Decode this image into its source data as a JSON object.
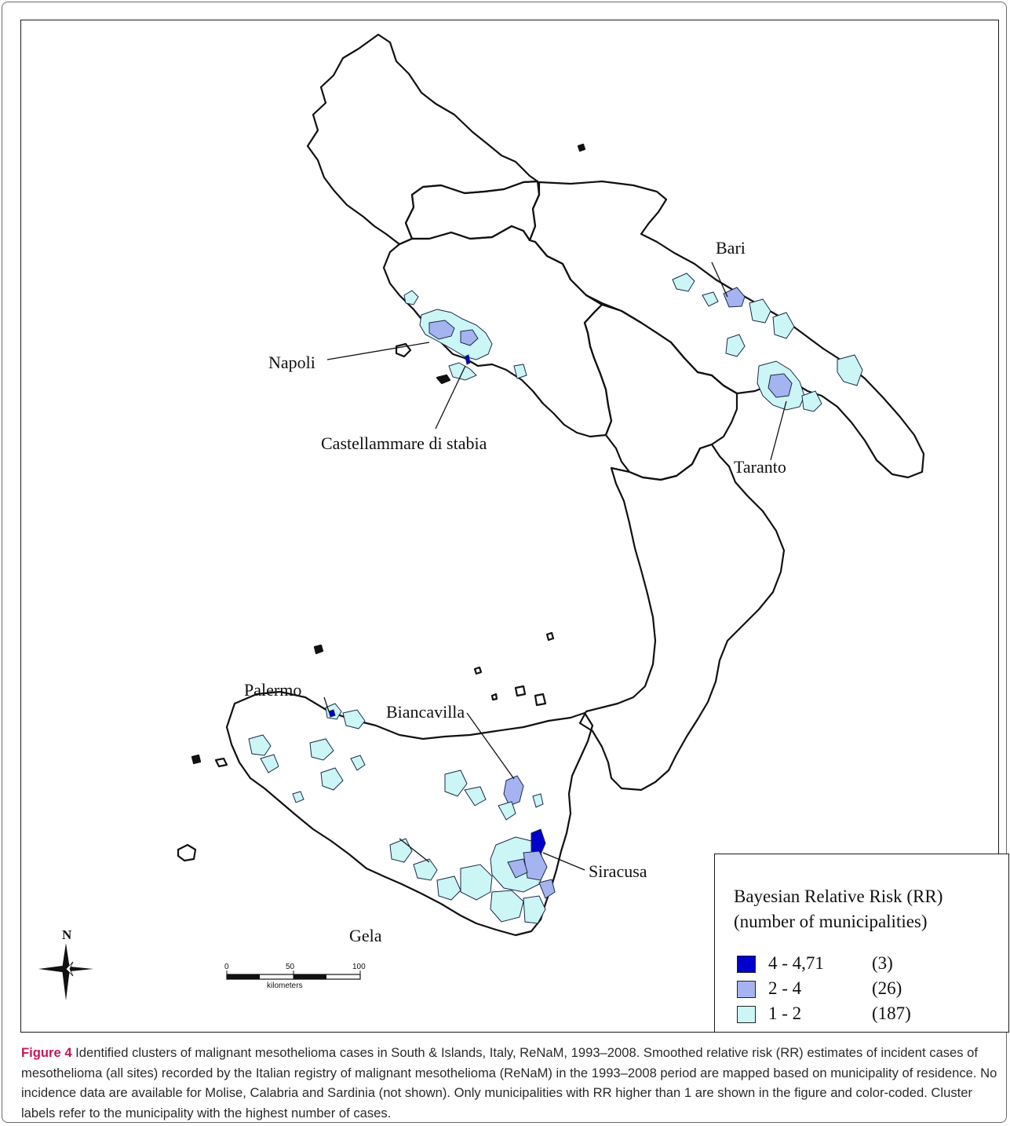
{
  "map": {
    "city_labels": {
      "bari": "Bari",
      "napoli": "Napoli",
      "castellammare": "Castellammare di stabia",
      "taranto": "Taranto",
      "palermo": "Palermo",
      "biancavilla": "Biancavilla",
      "siracusa": "Siracusa",
      "gela": "Gela"
    },
    "north_arrow": {
      "label": "N"
    },
    "scale_bar": {
      "ticks": [
        "0",
        "50",
        "100"
      ],
      "unit": "kilometers"
    }
  },
  "legend": {
    "title_line1": "Bayesian Relative Risk (RR)",
    "title_line2": "(number of municipalities)",
    "classes": [
      {
        "range": "4 - 4,71",
        "count": "(3)",
        "color": "#0000cc"
      },
      {
        "range": "2 - 4",
        "count": "(26)",
        "color": "#a5b4f0"
      },
      {
        "range": "1 - 2",
        "count": "(187)",
        "color": "#ccf5f5"
      }
    ]
  },
  "caption": {
    "label": "Figure 4",
    "text": " Identified clusters of malignant mesothelioma cases in South & Islands, Italy, ReNaM, 1993–2008. Smoothed relative risk (RR) estimates of incident cases of mesothelioma (all sites) recorded by the Italian registry of malignant mesothelioma (ReNaM) in the 1993–2008 period are mapped based on municipality of residence. No incidence data are available for Molise, Calabria and Sardinia (not shown). Only municipalities with RR higher than 1 are shown in the figure and color-coded. Cluster labels refer to the municipality with the highest number of cases."
  }
}
